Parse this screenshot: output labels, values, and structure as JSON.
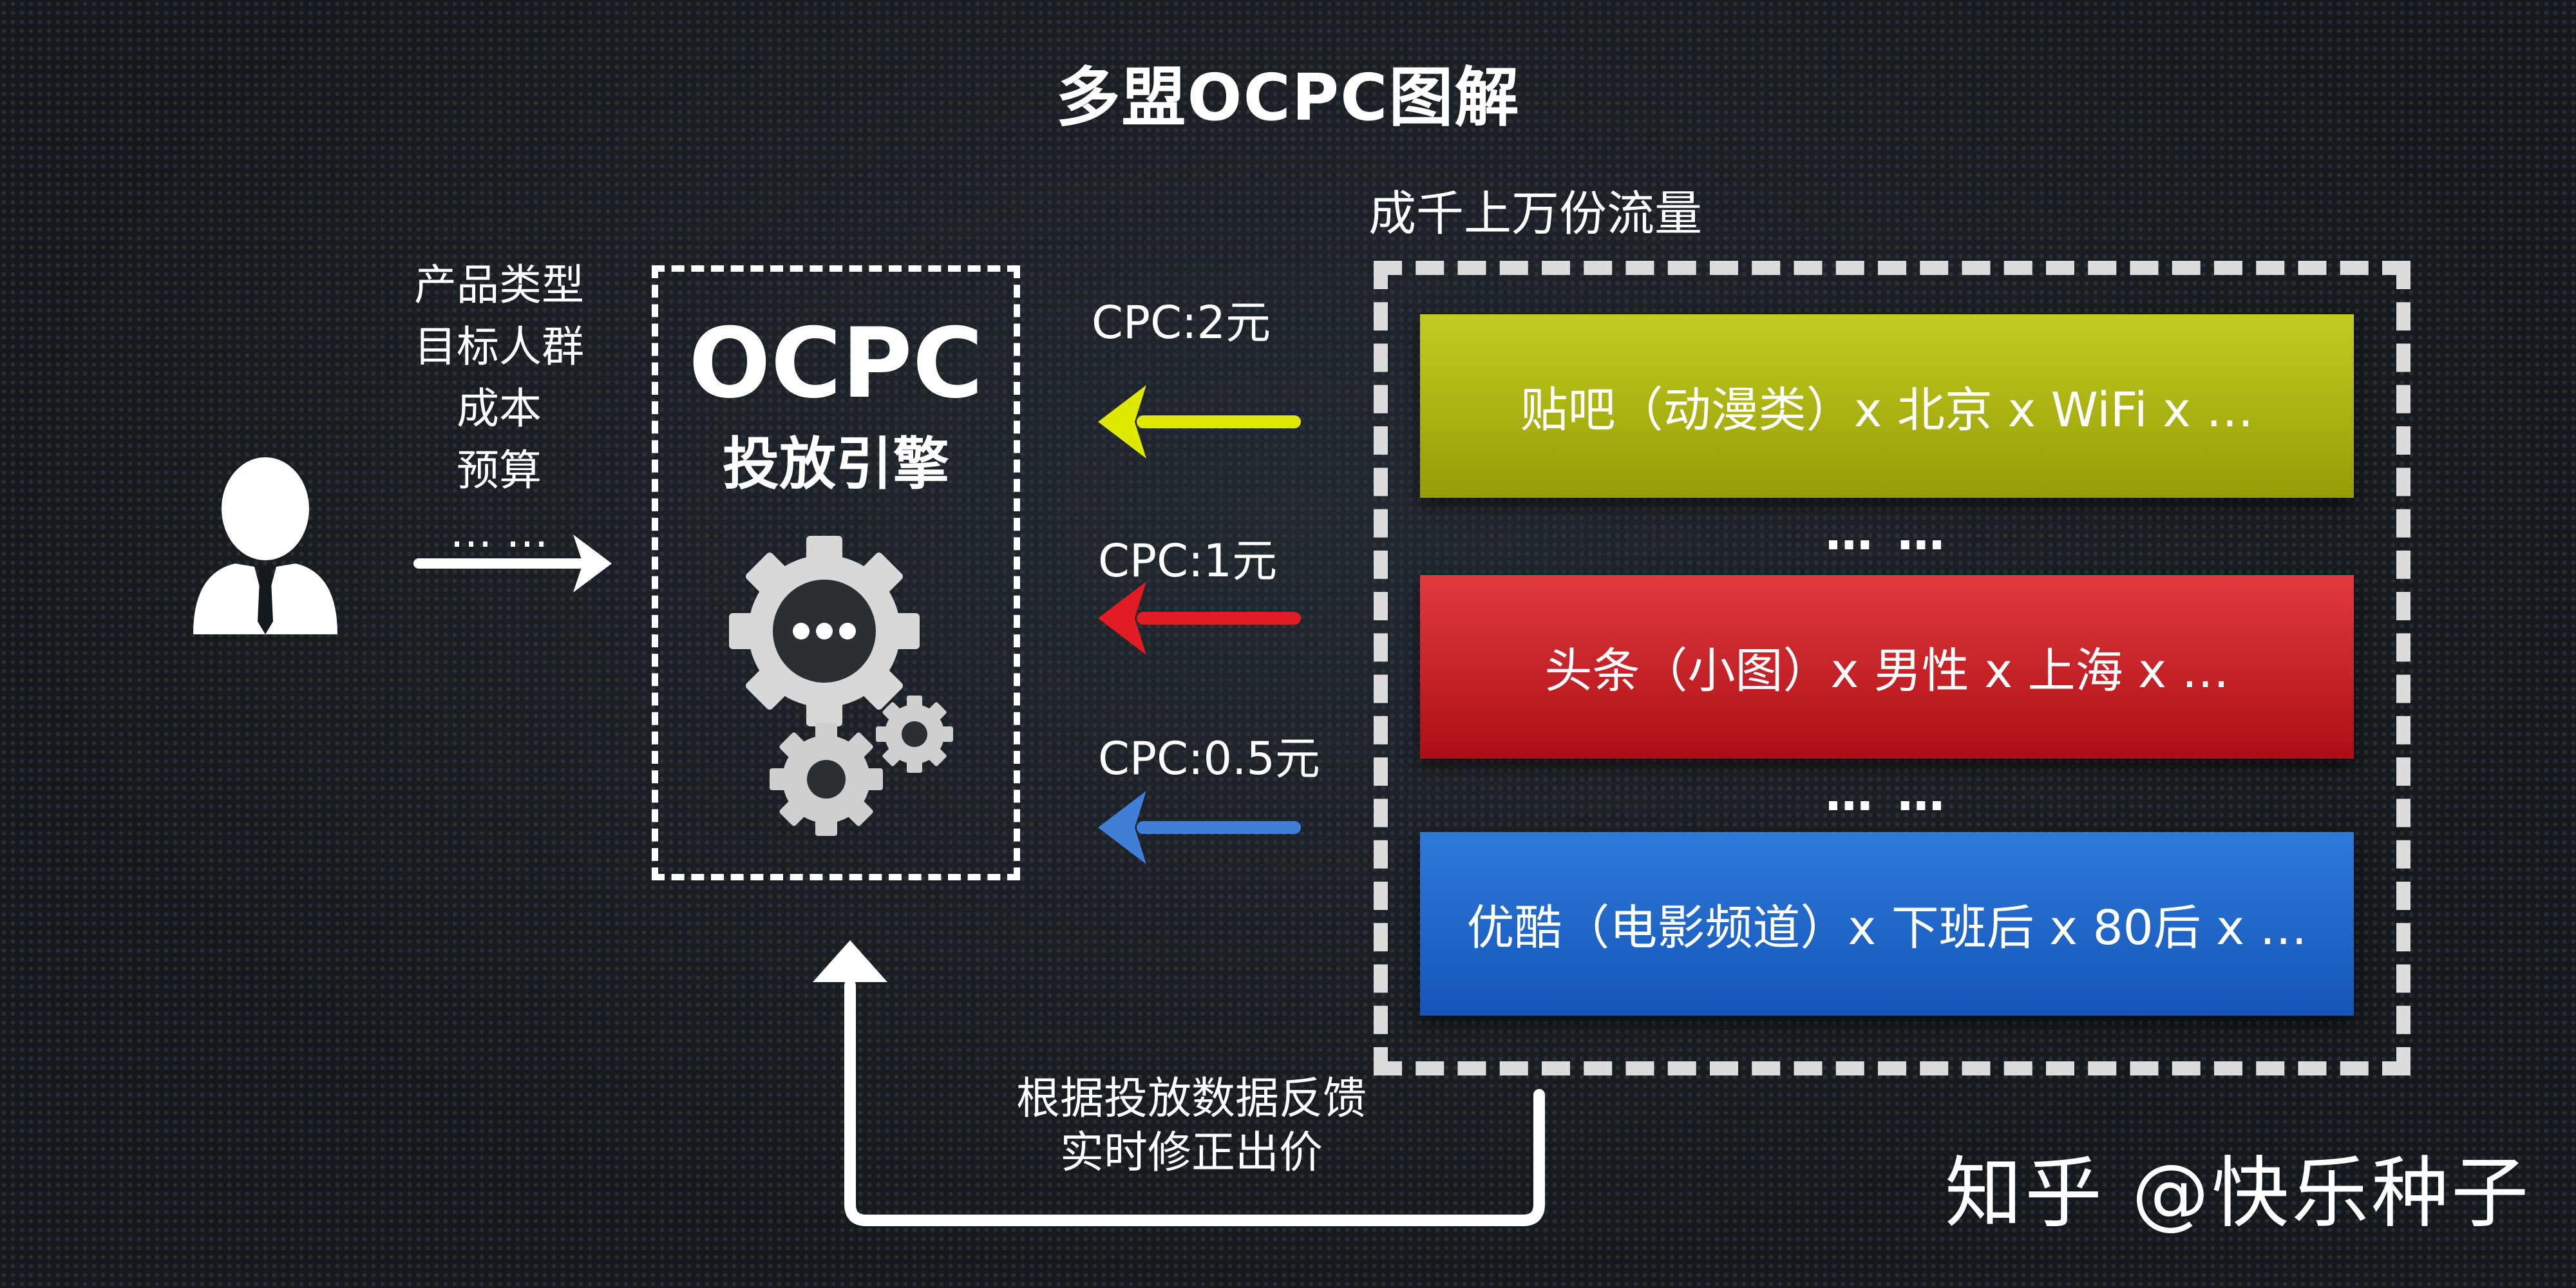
{
  "title": "多盟OCPC图解",
  "params": [
    "产品类型",
    "目标人群",
    "成本",
    "预算",
    "… …"
  ],
  "engine": {
    "title": "OCPC",
    "subtitle": "投放引擎"
  },
  "traffic": {
    "label": "成千上万份流量",
    "channels": [
      {
        "text": "贴吧（动漫类）x  北京  x  WiFi  x  …",
        "color": "#b6be16",
        "cpc": "CPC:2元"
      },
      {
        "text": "头条（小图）x  男性  x  上海  x  …",
        "color": "#d3232a",
        "cpc": "CPC:1元"
      },
      {
        "text": "优酷（电影频道）x  下班后  x  80后  x  …",
        "color": "#2a6fcf",
        "cpc": "CPC:0.5元"
      }
    ],
    "separator": "… …"
  },
  "arrow_colors": {
    "yellow": "#dfe800",
    "red": "#e11b22",
    "blue": "#3f7fd8",
    "white": "#ffffff"
  },
  "feedback": [
    "根据投放数据反馈",
    "实时修正出价"
  ],
  "watermark": "知乎 @快乐种子",
  "icons": [
    "user-avatar-icon",
    "gear-large-icon",
    "gear-small-icon",
    "gear-tiny-icon"
  ]
}
